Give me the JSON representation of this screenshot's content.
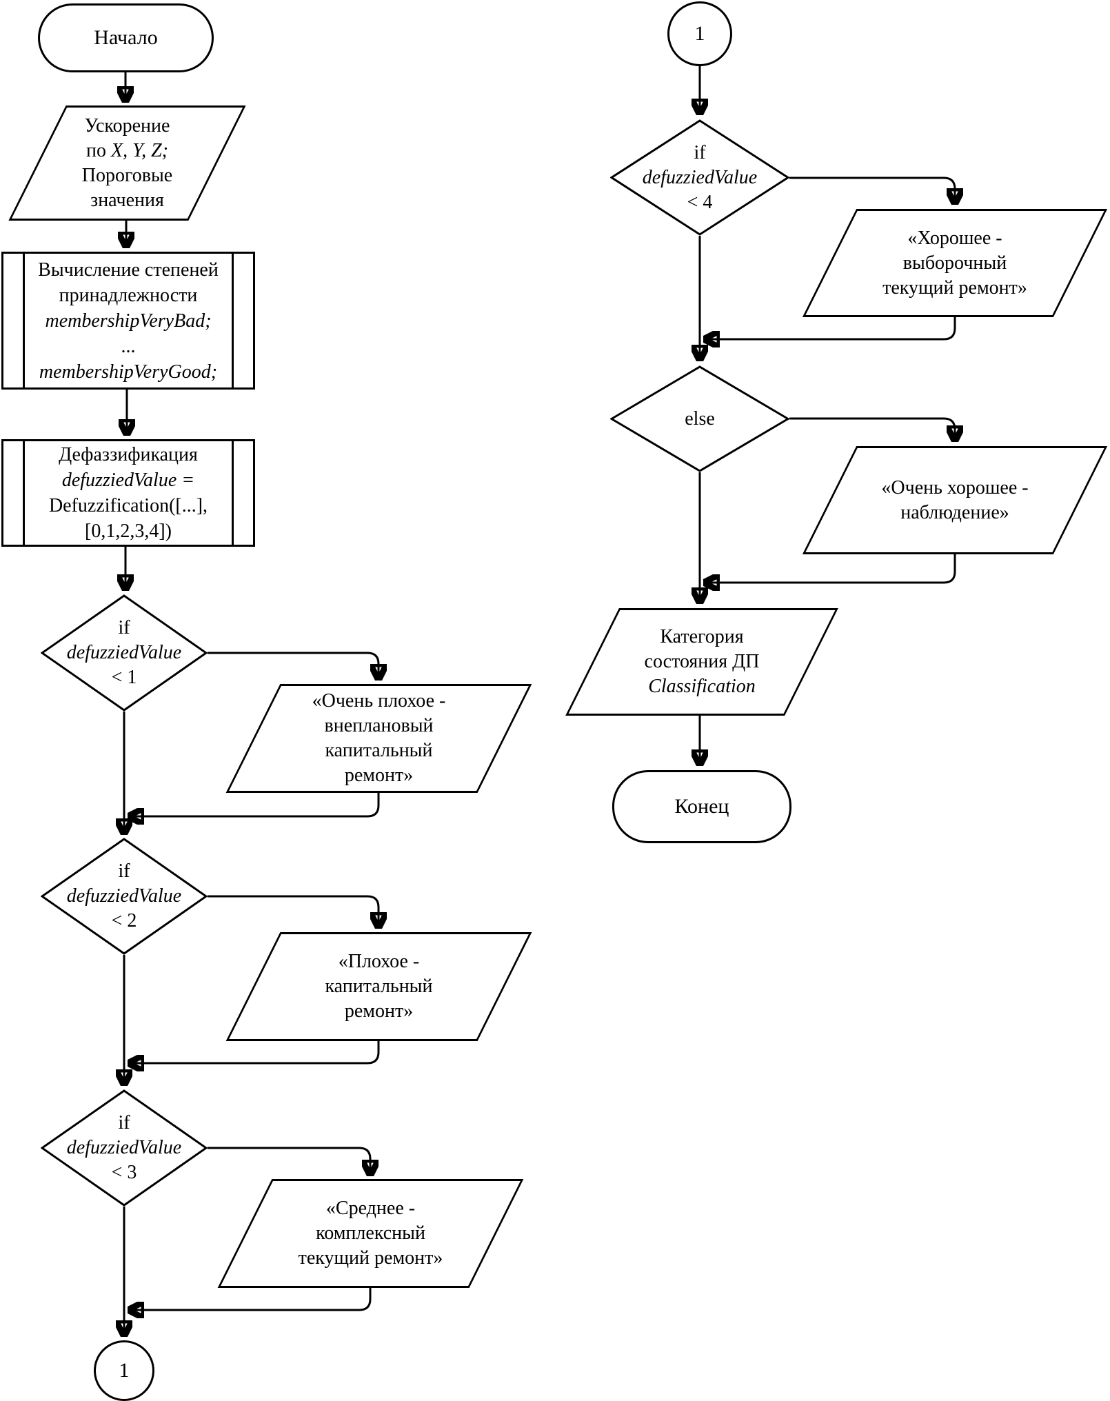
{
  "colors": {
    "stroke": "#000000",
    "shape_fill": "#ffffff",
    "background": "#ffffff"
  },
  "nodes": {
    "start": {
      "label": "Начало"
    },
    "accel_input": {
      "line1": "Ускорение",
      "line2_prefix": "по ",
      "line2_vars": "X, Y, Z;",
      "line3": "Пороговые",
      "line4": "значения"
    },
    "membership": {
      "line1": "Вычисление степеней",
      "line2": "принадлежности",
      "line3": "membershipVeryBad;",
      "line4": "...",
      "line5": "membershipVeryGood;"
    },
    "defuzzification": {
      "line1": "Дефаззификация",
      "line2": "defuzziedValue =",
      "line3": "Defuzzification([...],",
      "line4": "[0,1,2,3,4])"
    },
    "if1": {
      "kw": "if",
      "var": "defuzziedValue",
      "cond": "< 1"
    },
    "out_very_bad": {
      "line1": "«Очень плохое -",
      "line2": "внеплановый",
      "line3": "капитальный",
      "line4": "ремонт»"
    },
    "if2": {
      "kw": "if",
      "var": "defuzziedValue",
      "cond": "< 2"
    },
    "out_bad": {
      "line1": "«Плохое -",
      "line2": "капитальный",
      "line3": "ремонт»"
    },
    "if3": {
      "kw": "if",
      "var": "defuzziedValue",
      "cond": "< 3"
    },
    "out_medium": {
      "line1": "«Среднее -",
      "line2": "комплексный",
      "line3": "текущий ремонт»"
    },
    "connector_left": {
      "label": "1"
    },
    "connector_right": {
      "label": "1"
    },
    "if4": {
      "kw": "if",
      "var": "defuzziedValue",
      "cond": "< 4"
    },
    "out_good": {
      "line1": "«Хорошее -",
      "line2": "выборочный",
      "line3": "текущий ремонт»"
    },
    "else_branch": {
      "label": "else"
    },
    "out_very_good": {
      "line1": "«Очень хорошее -",
      "line2": "наблюдение»"
    },
    "category": {
      "line1": "Категория",
      "line2": "состояния ДП",
      "line3": "Classification"
    },
    "end": {
      "label": "Конец"
    }
  }
}
